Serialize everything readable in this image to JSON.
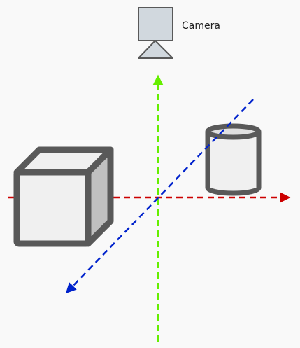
{
  "diagram": {
    "camera": {
      "label": "Camera"
    },
    "axes": [
      {
        "name": "x-axis",
        "color": "#cc0000"
      },
      {
        "name": "y-axis",
        "color": "#66ee00"
      },
      {
        "name": "z-axis",
        "color": "#0022cc"
      }
    ],
    "objects": [
      {
        "name": "cube"
      },
      {
        "name": "cylinder"
      }
    ],
    "colors": {
      "background": "#f9f9f9",
      "outline": "#595959",
      "face_light": "#f0f0f0",
      "face_mid": "#e0e0e0",
      "face_dark": "#c0c0c0",
      "camera_body": "#d1d8de"
    }
  }
}
